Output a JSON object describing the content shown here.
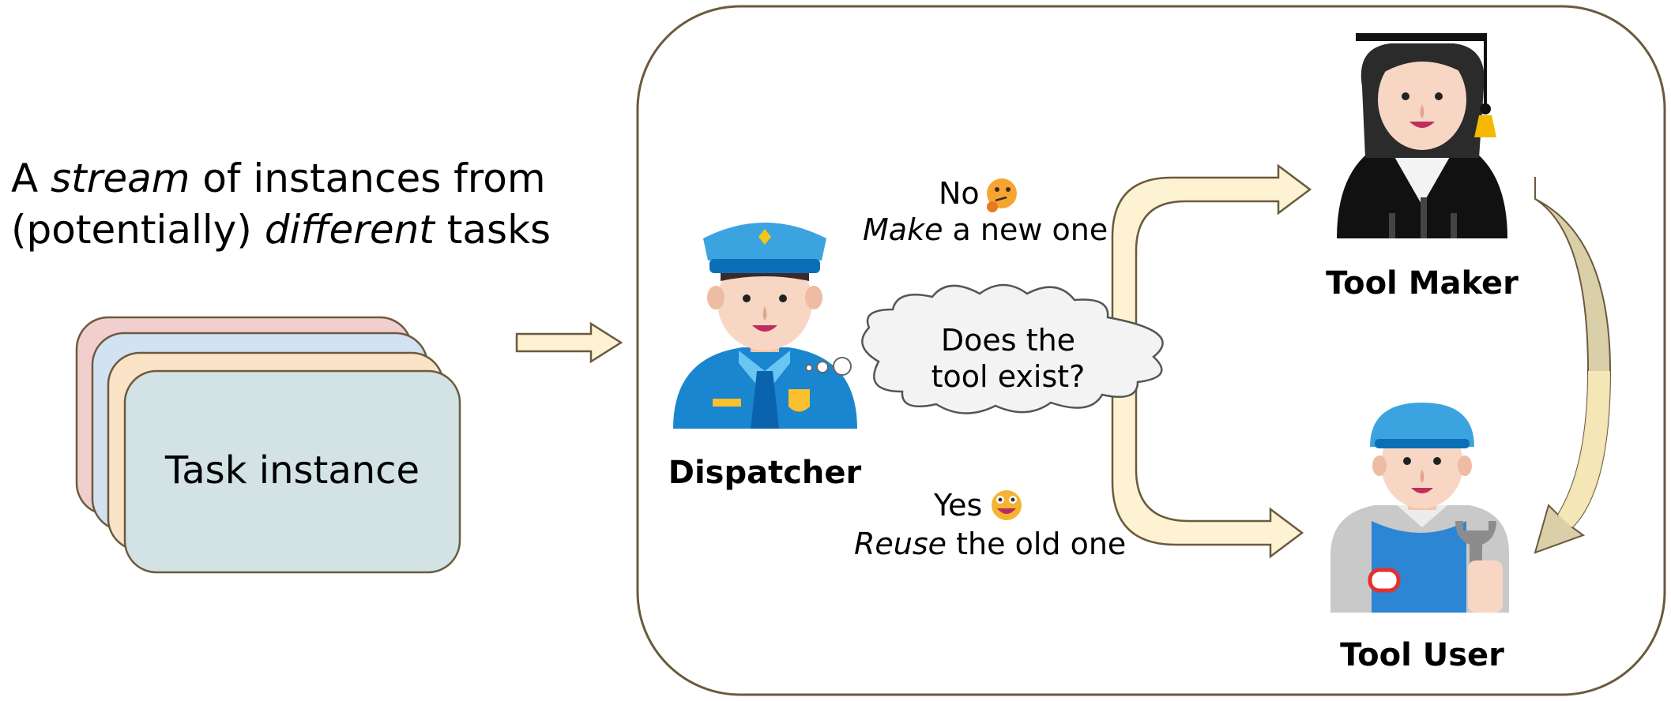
{
  "stream_text": {
    "line1_pre": "A ",
    "line1_em": "stream",
    "line1_post": " of instances from",
    "line2_pre": "(potentially) ",
    "line2_em": "different",
    "line2_post": " tasks"
  },
  "task_card": {
    "label": "Task instance"
  },
  "dispatcher": {
    "label": "Dispatcher"
  },
  "thought": {
    "line1": "Does the",
    "line2": "tool exist?"
  },
  "branch_no": {
    "answer": "No",
    "action_em": "Make",
    "action_rest": " a new one",
    "emoji_icon": "thinking-face-icon"
  },
  "branch_yes": {
    "answer": "Yes",
    "action_em": "Reuse",
    "action_rest": " the old one",
    "emoji_icon": "grinning-face-icon"
  },
  "tool_maker": {
    "label": "Tool Maker"
  },
  "tool_user": {
    "label": "Tool User"
  },
  "colors": {
    "card_pink": "#f2cfcf",
    "card_blue": "#d2e2f2",
    "card_peach": "#fbe3c7",
    "card_front": "#d3e2e4",
    "arrow_fill": "#fdf3d2",
    "arrow_stroke": "#6b5a3e",
    "panel_stroke": "#6b5a3e"
  }
}
